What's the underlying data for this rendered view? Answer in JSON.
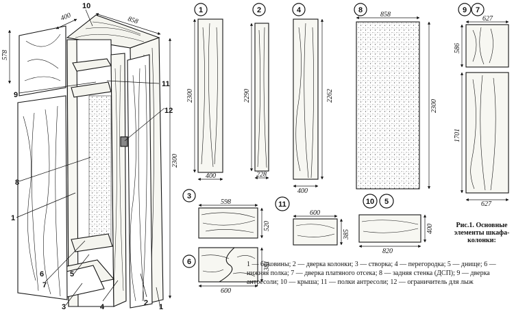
{
  "colors": {
    "ink": "#111111",
    "paper": "#ffffff",
    "wood": "#f7f7f2"
  },
  "main": {
    "dims": [
      "400",
      "858",
      "578",
      "2300"
    ],
    "callouts": [
      "1",
      "2",
      "3",
      "4",
      "5",
      "6",
      "7",
      "8",
      "9",
      "10",
      "11",
      "12"
    ]
  },
  "parts": [
    {
      "id": "1",
      "dims": [
        "2300",
        "400"
      ]
    },
    {
      "id": "2",
      "dims": [
        "2290",
        "228"
      ]
    },
    {
      "id": "4",
      "dims": [
        "2262",
        "400"
      ]
    },
    {
      "id": "8",
      "dims": [
        "858",
        "2300"
      ]
    },
    {
      "id": "9",
      "dims": [
        "627",
        "586"
      ]
    },
    {
      "id": "7",
      "dims": [
        "1701",
        "627"
      ]
    },
    {
      "id": "3",
      "dims": [
        "598",
        "520"
      ]
    },
    {
      "id": "6",
      "dims": [
        "381",
        "600"
      ]
    },
    {
      "id": "11",
      "dims": [
        "600",
        "385"
      ]
    },
    {
      "id": "10",
      "dims": [
        "400",
        "820"
      ]
    },
    {
      "id": "5"
    }
  ],
  "caption": "Рис.1. Основные элементы шкафа-колонки:",
  "legend": "1 — боковины; 2 — дверка колонки; 3 — створка; 4 — перегородка; 5 — днище; 6 — нижняя полка; 7 — дверка платяного отсека; 8 — задняя стенка (ДСП); 9 — дверка антресоли; 10 — крыша; 11 — полки антресоли; 12 — ограничитель для лыж"
}
